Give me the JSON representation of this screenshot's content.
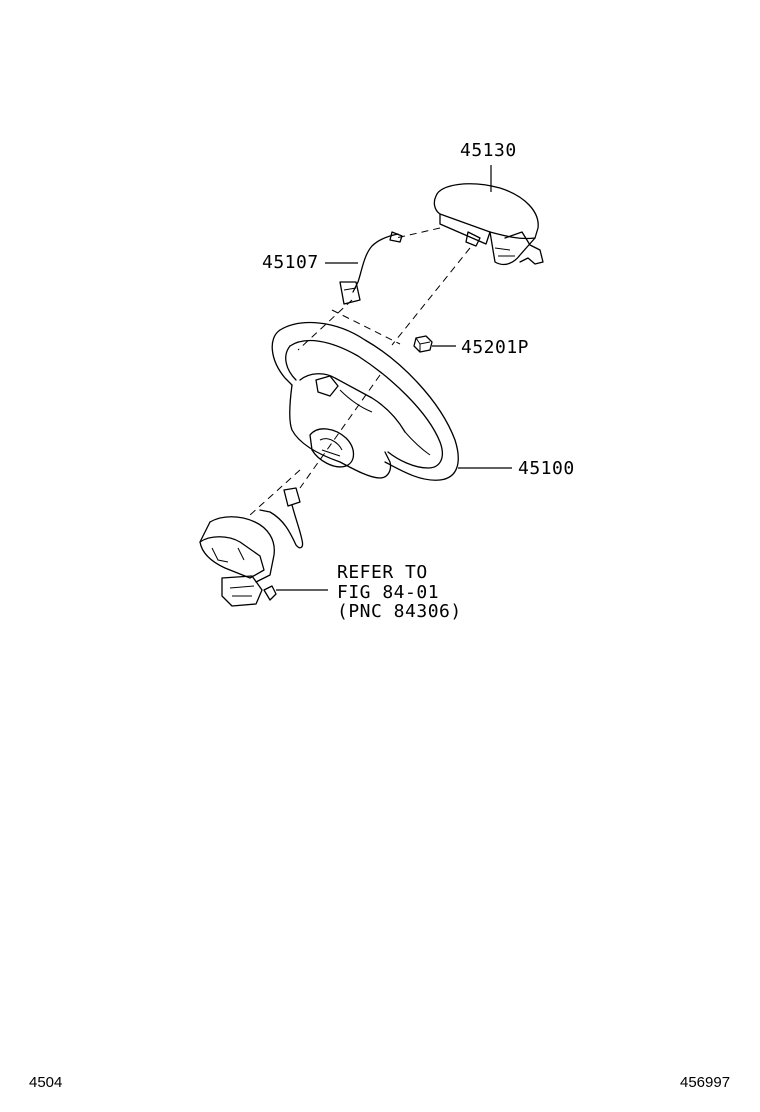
{
  "parts": {
    "airbag": "45130",
    "spiral_cable": "45107",
    "nut": "45201P",
    "wheel": "45100"
  },
  "reference": {
    "line1": "REFER TO",
    "line2": "FIG 84-01",
    "line3": "(PNC 84306)"
  },
  "footer": {
    "left": "4504",
    "right": "456997"
  }
}
